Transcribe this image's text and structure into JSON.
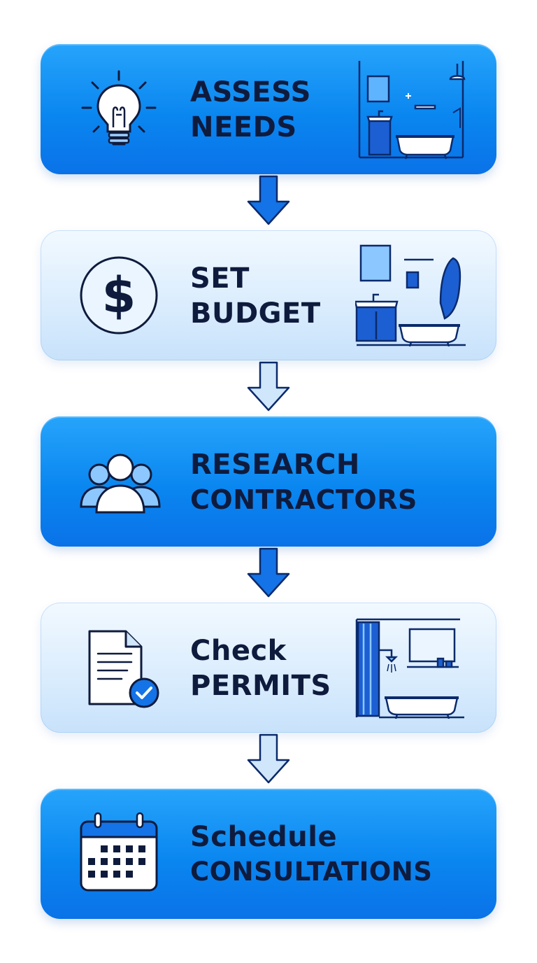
{
  "steps": [
    {
      "line1": "ASSESS",
      "line2": "NEEDS",
      "icon": "lightbulb-icon",
      "illustration": "bathroom-vanity-tub"
    },
    {
      "line1": "SET",
      "line2": "BUDGET",
      "icon": "dollar-icon",
      "illustration": "bathroom-vanity-towel"
    },
    {
      "line1": "RESEARCH",
      "line2": "CONTRACTORS",
      "icon": "people-icon"
    },
    {
      "line1": "Check",
      "line2": "PERMITS",
      "icon": "document-check-icon",
      "illustration": "bathroom-shower-tub"
    },
    {
      "line1": "Schedule",
      "line2": "CONSULTATIONS",
      "icon": "calendar-icon"
    }
  ],
  "colors": {
    "dark_box": "#0a86f0",
    "light_box": "#d9ecfd",
    "text": "#0f1b3d",
    "arrow_solid": "#1473e6",
    "arrow_light": "#cfe6fb"
  }
}
